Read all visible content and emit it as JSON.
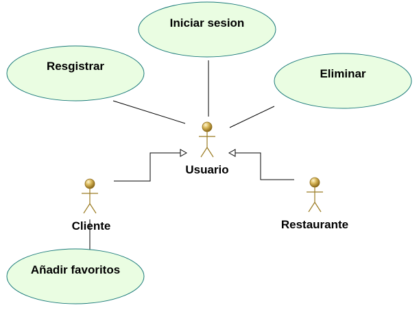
{
  "use_cases": {
    "registrar": "Resgistrar",
    "iniciar_sesion": "Iniciar sesion",
    "eliminar": "Eliminar",
    "anadir_favoritos": "Añadir favoritos"
  },
  "actors": {
    "usuario": "Usuario",
    "cliente": "Cliente",
    "restaurante": "Restaurante"
  },
  "colors": {
    "usecase_fill": "#eafde2",
    "usecase_stroke": "#1a7a7a",
    "actor_head": "#c9a540",
    "actor_stroke": "#9a7a20"
  }
}
